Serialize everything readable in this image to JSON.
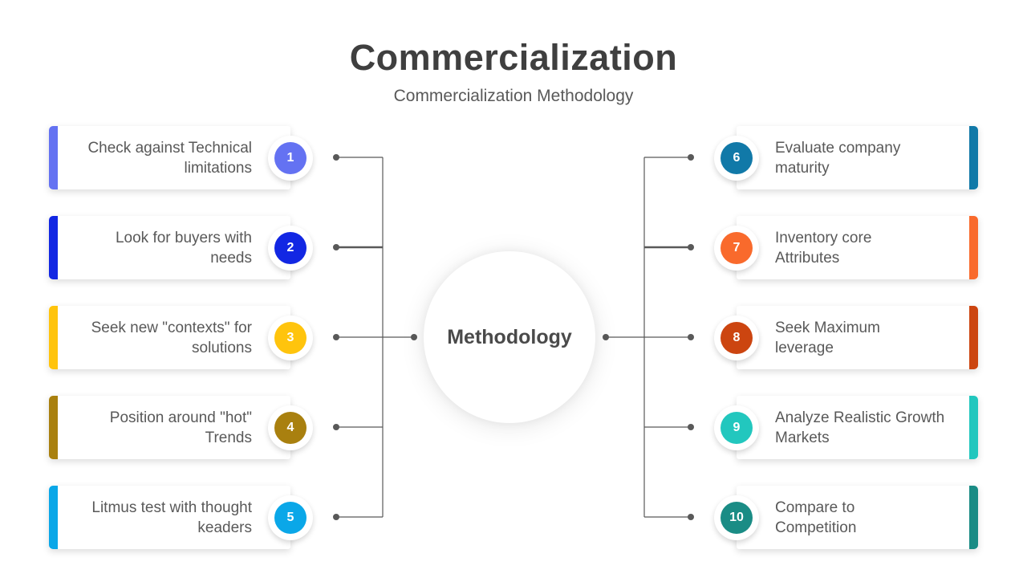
{
  "header": {
    "title": "Commercialization",
    "subtitle": "Commercialization Methodology"
  },
  "center": {
    "label": "Methodology"
  },
  "left_items": [
    {
      "number": "1",
      "label": "Check against Technical\nlimitations",
      "color": "#6472F2"
    },
    {
      "number": "2",
      "label": "Look for buyers with\nneeds",
      "color": "#1227E3"
    },
    {
      "number": "3",
      "label": "Seek new \"contexts\" for\nsolutions",
      "color": "#FFC40D"
    },
    {
      "number": "4",
      "label": "Position around \"hot\"\nTrends",
      "color": "#A9800F"
    },
    {
      "number": "5",
      "label": "Litmus test with thought\nkeaders",
      "color": "#0AA7E8"
    }
  ],
  "right_items": [
    {
      "number": "6",
      "label": "Evaluate company\nmaturity",
      "color": "#1179A8"
    },
    {
      "number": "7",
      "label": "Inventory core\nAttributes",
      "color": "#F96A2C"
    },
    {
      "number": "8",
      "label": "Seek Maximum\nleverage",
      "color": "#CC4510"
    },
    {
      "number": "9",
      "label": "Analyze Realistic Growth\nMarkets",
      "color": "#22C7BE"
    },
    {
      "number": "10",
      "label": "Compare to\nCompetition",
      "color": "#1A8C85"
    }
  ],
  "colors": {
    "connector": "#595959",
    "title": "#3F3F3F",
    "body_text": "#595959"
  }
}
